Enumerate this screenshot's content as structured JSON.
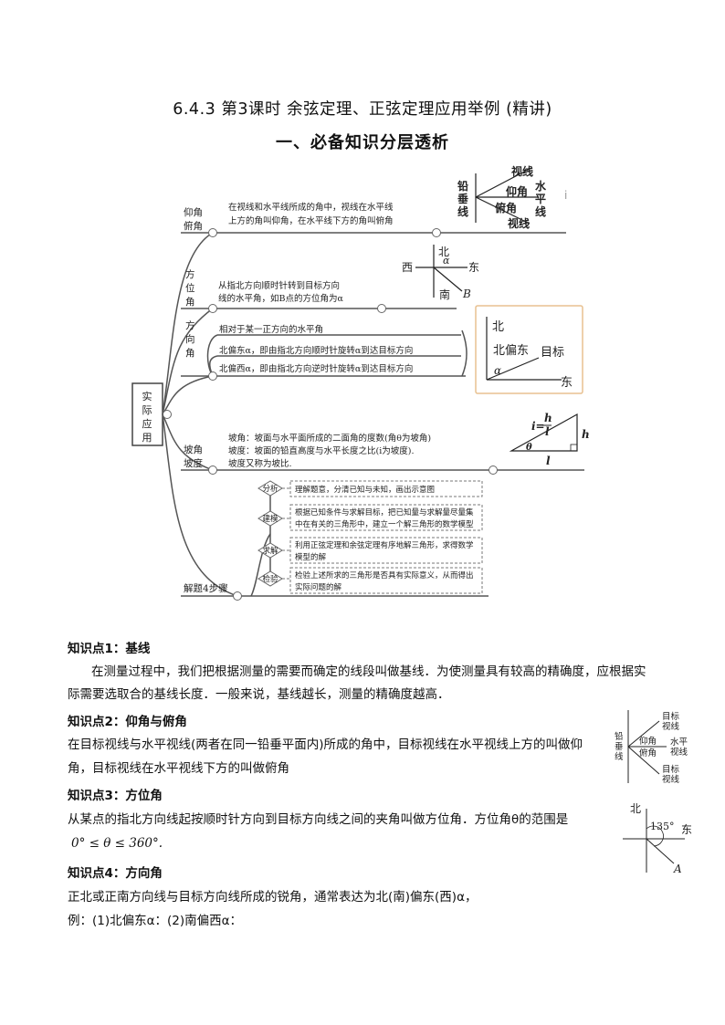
{
  "doc": {
    "title": "6.4.3 第3课时 余弦定理、正弦定理应用举例 (精讲)",
    "subtitle": "一、必备知识分层透析"
  },
  "mindmap": {
    "root": [
      "实",
      "际",
      "应",
      "用"
    ],
    "elev": {
      "label": [
        "仰角",
        "俯角"
      ],
      "desc": [
        "在视线和水平线所成的角中，视线在水平线",
        "上方的角叫仰角，在水平线下方的角叫俯角"
      ],
      "fig_vertical": [
        "铅",
        "垂",
        "线"
      ],
      "fig_sight_top": "视线",
      "fig_up": "仰角",
      "fig_down": "俯角",
      "fig_sight_bottom": "视线",
      "fig_horizontal": [
        "水",
        "平",
        "线"
      ]
    },
    "bearing": {
      "label": [
        "方",
        "位",
        "角"
      ],
      "desc": [
        "从指北方向顺时针转到目标方向",
        "线的水平角，如B点的方位角为α"
      ],
      "fig": {
        "n": "北",
        "w": "西",
        "e": "东",
        "s": "南",
        "b": "B",
        "alpha": "α"
      }
    },
    "direction": {
      "label": [
        "方",
        "向",
        "角"
      ],
      "items": [
        "相对于某一正方向的水平角",
        "北偏东α，即由指北方向顺时针旋转α到达目标方向",
        "北偏西α，即由指北方向逆时针旋转α到达目标方向"
      ],
      "fig": {
        "n": "北",
        "ne": "北偏东",
        "target": "目标",
        "e": "东",
        "alpha": "α"
      }
    },
    "slope": {
      "label": [
        "坡角",
        "坡度"
      ],
      "desc": [
        "坡角：坡面与水平面所成的二面角的度数(角θ为坡角)",
        "坡度：坡面的铅直高度与水平长度之比(i为坡度).",
        "坡度又称为坡比."
      ],
      "fig": {
        "i": "i=",
        "h_num": "h",
        "l_den": "l",
        "theta": "θ",
        "h": "h",
        "l": "l"
      }
    },
    "steps": {
      "label": "解题4步骤",
      "names": [
        "分析",
        "建模",
        "求解",
        "检验"
      ],
      "texts": [
        [
          "理解题意，分清已知与未知，画出示意图"
        ],
        [
          "根据已知条件与求解目标，把已知量与求解量尽量集",
          "中在有关的三角形中，建立一个解三角形的数学模型"
        ],
        [
          "利用正弦定理和余弦定理有序地解三角形，求得数学",
          "模型的解"
        ],
        [
          "检验上述所求的三角形是否具有实际意义，从而得出",
          "实际问题的解"
        ]
      ]
    }
  },
  "kp1": {
    "head": "知识点1：基线",
    "lines": [
      "在测量过程中，我们把根据测量的需要而确定的线段叫做基线．为使测量具有较高的精确度，应根据实",
      "际需要选取合的基线长度．一般来说，基线越长，测量的精确度越高．"
    ]
  },
  "kp2": {
    "head": "知识点2：仰角与俯角",
    "lines": [
      "在目标视线与水平视线(两者在同一铅垂平面内)所成的角中，目标视线在水平视线上方的叫做仰",
      "角，目标视线在水平视线下方的叫做俯角"
    ],
    "fig": {
      "target_top": [
        "目标",
        "视线"
      ],
      "vertical": [
        "铅",
        "垂",
        "线"
      ],
      "up": "仰角",
      "down": "俯角",
      "horizontal": [
        "水平",
        "视线"
      ],
      "target_bottom": [
        "目标",
        "视线"
      ]
    }
  },
  "kp3": {
    "head": "知识点3：方位角",
    "lines": [
      "从某点的指北方向线起按顺时针方向到目标方向线之间的夹角叫做方位角．方位角θ的范围是",
      "0° ≤ θ ≤ 360°."
    ],
    "fig": {
      "n": "北",
      "angle": "135°",
      "e": "东",
      "a": "A"
    }
  },
  "kp4": {
    "head": "知识点4：方向角",
    "lines": [
      "正北或正南方向线与目标方向线所成的锐角，通常表达为北(南)偏东(西)α，",
      "例：(1)北偏东α：(2)南偏西α："
    ]
  }
}
